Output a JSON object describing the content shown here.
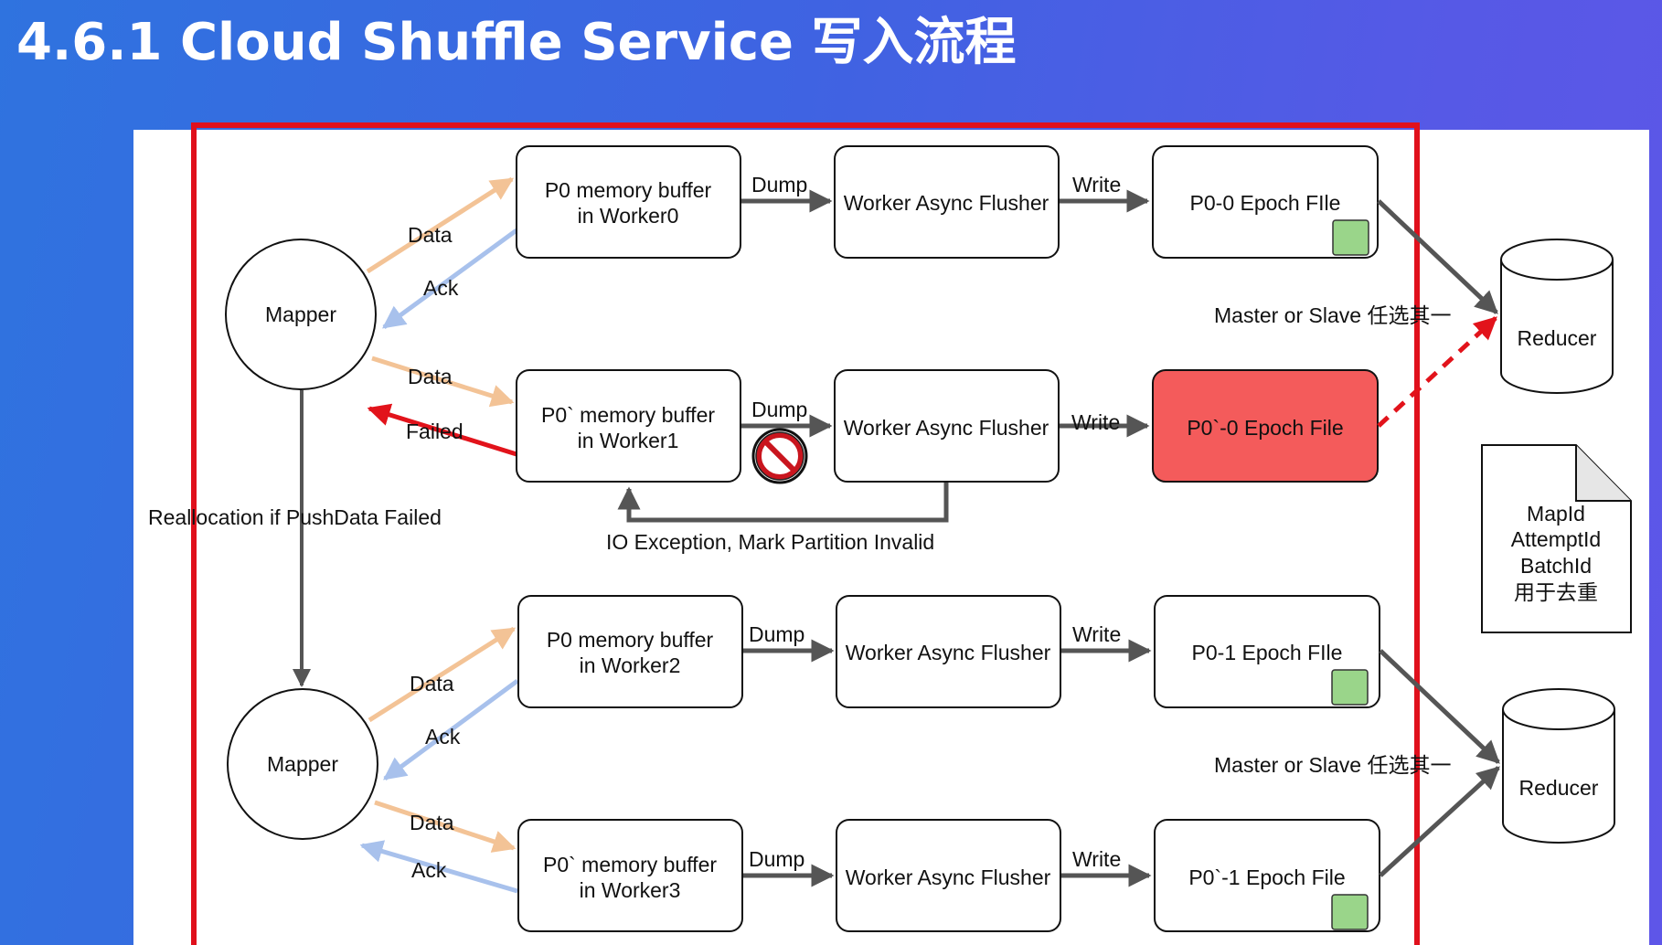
{
  "title": "4.6.1 Cloud Shuffle Service 写入流程",
  "colors": {
    "frame_red": "#e0101c",
    "failed_red": "#e2131b",
    "epoch_fail_fill": "#f45b5b",
    "data_arrow": "#f3c396",
    "ack_arrow": "#a8c1ec",
    "flow_gray": "#555555",
    "epoch_ok_fill": "#9ad58a"
  },
  "mappers": [
    {
      "label": "Mapper"
    },
    {
      "label": "Mapper"
    }
  ],
  "reducers": [
    {
      "label": "Reducer"
    },
    {
      "label": "Reducer"
    }
  ],
  "rows": [
    {
      "buffer": [
        "P0 memory buffer",
        "in Worker0"
      ],
      "flusher": "Worker Async Flusher",
      "epoch": "P0-0 Epoch FIle",
      "dump": "Dump",
      "write": "Write",
      "in_label": "Data",
      "back_label": "Ack",
      "state": "ok"
    },
    {
      "buffer": [
        "P0` memory buffer",
        "in Worker1"
      ],
      "flusher": "Worker Async Flusher",
      "epoch": "P0`-0 Epoch File",
      "dump": "Dump",
      "write": "Write",
      "in_label": "Data",
      "back_label": "Failed",
      "state": "failed"
    },
    {
      "buffer": [
        "P0 memory buffer",
        "in Worker2"
      ],
      "flusher": "Worker Async Flusher",
      "epoch": "P0-1 Epoch FIle",
      "dump": "Dump",
      "write": "Write",
      "in_label": "Data",
      "back_label": "Ack",
      "state": "ok"
    },
    {
      "buffer": [
        "P0` memory buffer",
        "in Worker3"
      ],
      "flusher": "Worker Async Flusher",
      "epoch": "P0`-1 Epoch File",
      "dump": "Dump",
      "write": "Write",
      "in_label": "Data",
      "back_label": "Ack",
      "state": "ok"
    }
  ],
  "reallocation_label": "Reallocation if PushData Failed",
  "io_exception_label": "IO Exception, Mark Partition Invalid",
  "master_slave_labels": [
    "Master or Slave 任选其一",
    "Master or Slave 任选其一"
  ],
  "note": {
    "lines": [
      "MapId",
      "AttemptId",
      "BatchId",
      "用于去重"
    ]
  }
}
